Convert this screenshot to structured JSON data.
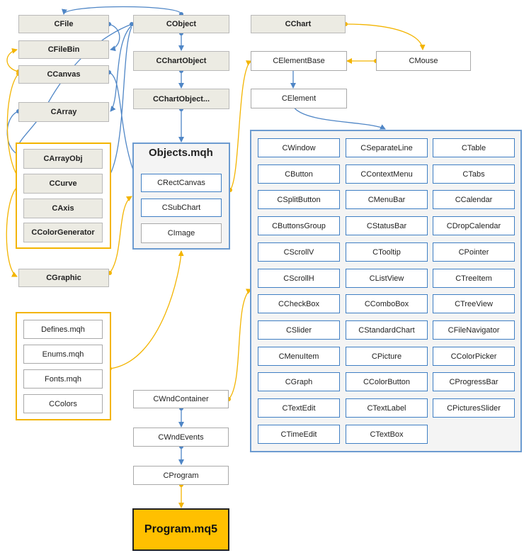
{
  "nodes": {
    "cfile": "CFile",
    "cobject": "CObject",
    "cchart": "CChart",
    "cfilebin": "CFileBin",
    "cchartobject": "CChartObject",
    "celementbase": "CElementBase",
    "cmouse": "CMouse",
    "ccanvas": "CCanvas",
    "cchartobject2": "CChartObject...",
    "celement": "CElement",
    "carray": "CArray",
    "carrayobj": "CArrayObj",
    "ccurve": "CCurve",
    "caxis": "CAxis",
    "ccolorgenerator": "CColorGenerator",
    "cgraphic": "CGraphic",
    "objects_title": "Objects.mqh",
    "crectcanvas": "CRectCanvas",
    "csubchart": "CSubChart",
    "cimage": "CImage",
    "defines": "Defines.mqh",
    "enums": "Enums.mqh",
    "fonts": "Fonts.mqh",
    "ccolors": "CColors",
    "cwndcontainer": "CWndContainer",
    "cwndevents": "CWndEvents",
    "cprogram": "CProgram",
    "program": "Program.mq5"
  },
  "controls": [
    "CWindow",
    "CSeparateLine",
    "CTable",
    "CButton",
    "CContextMenu",
    "CTabs",
    "CSplitButton",
    "CMenuBar",
    "CCalendar",
    "CButtonsGroup",
    "CStatusBar",
    "CDropCalendar",
    "CScrollV",
    "CTooltip",
    "CPointer",
    "CScrollH",
    "CListView",
    "CTreeItem",
    "CCheckBox",
    "CComboBox",
    "CTreeView",
    "CSlider",
    "CStandardChart",
    "CFileNavigator",
    "CMenuItem",
    "CPicture",
    "CColorPicker",
    "CGraph",
    "CColorButton",
    "CProgressBar",
    "CTextEdit",
    "CTextLabel",
    "CPicturesSlider",
    "CTimeEdit",
    "CTextBox"
  ],
  "colors": {
    "blue_connector": "#4f86c6",
    "yellow_connector": "#f3b400",
    "program_fill": "#ffc000"
  }
}
